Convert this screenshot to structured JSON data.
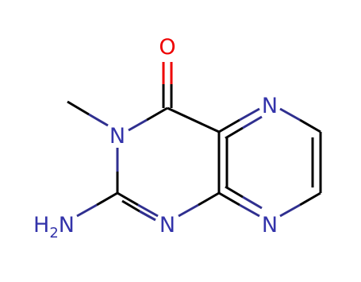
{
  "molecule": {
    "atom_labels": {
      "oxygen": "O",
      "n3": "N",
      "n1": "N",
      "n5": "N",
      "n8": "N",
      "amino_main": "H",
      "amino_sub": "2",
      "amino_tail": "N"
    },
    "colors": {
      "bond": "#000000",
      "nitrogen": "#3333aa",
      "oxygen": "#ee0000",
      "hetero_bond": "#2f2f8f"
    }
  }
}
